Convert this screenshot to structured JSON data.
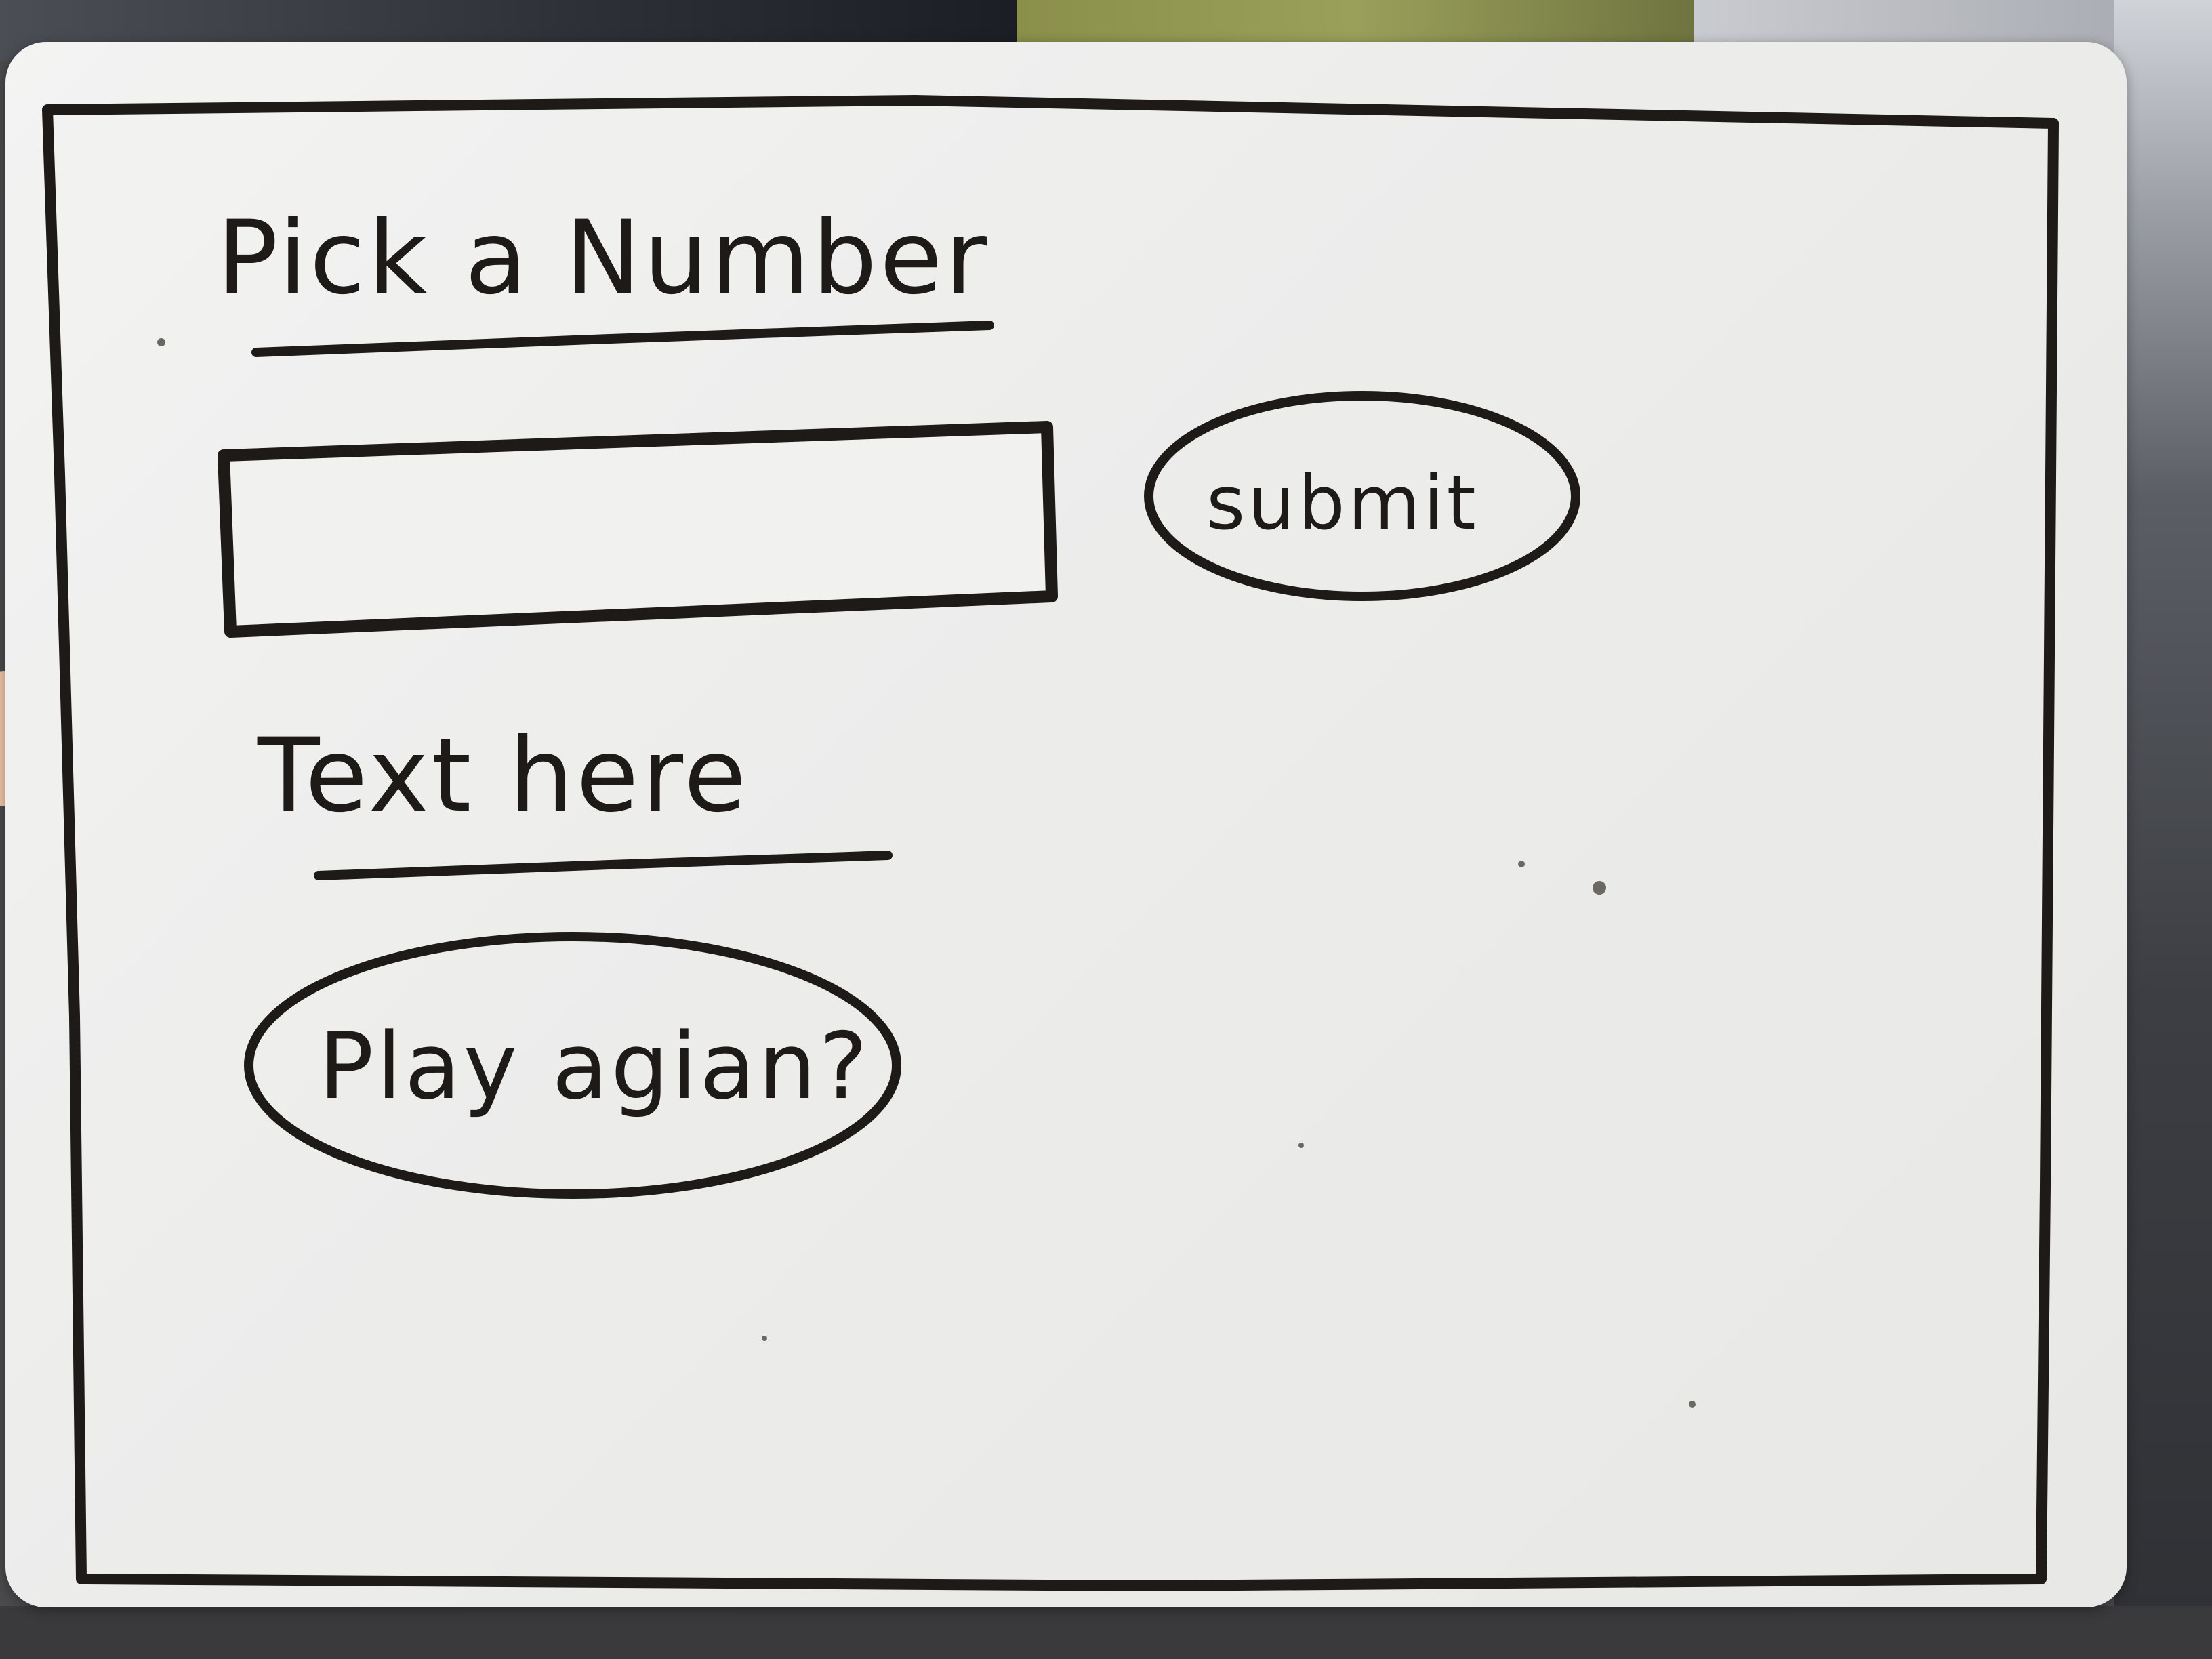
{
  "board": {
    "title": "Pick a Number",
    "number_input": {
      "value": "",
      "placeholder": ""
    },
    "submit_label": "submit",
    "result_text": "Text here",
    "play_again_label": "Play agian?"
  },
  "colors": {
    "marker": "#1d1a17",
    "board": "#eeeeec"
  }
}
